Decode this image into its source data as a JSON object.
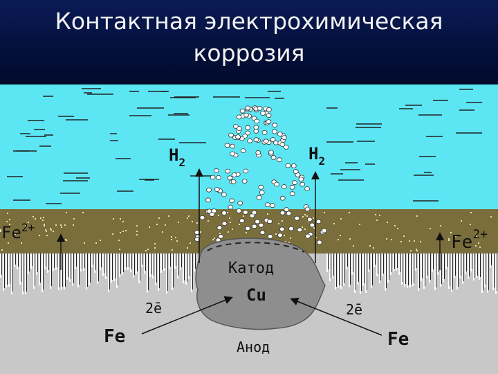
{
  "title": {
    "line1": "Контактная электрохимическая",
    "line2": "коррозия"
  },
  "colors": {
    "water": "#5ce6f4",
    "electrolyte": "#7a6f3c",
    "iron": "#c8c8c8",
    "copper": "#8e8e8e",
    "title_bg": "#0a1a55"
  },
  "diagram": {
    "h2_left": {
      "base": "H",
      "sub": "2"
    },
    "h2_right": {
      "base": "H",
      "sub": "2"
    },
    "fe_ion_left": {
      "base": "Fe",
      "sup": "2+"
    },
    "fe_ion_right": {
      "base": "Fe",
      "sup": "2+"
    },
    "cathode_label": "Катод",
    "copper_label": "Cu",
    "anode_label": "Анод",
    "electrons_left": "2ē",
    "electrons_right": "2ē",
    "iron_left": "Fe",
    "iron_right": "Fe"
  }
}
